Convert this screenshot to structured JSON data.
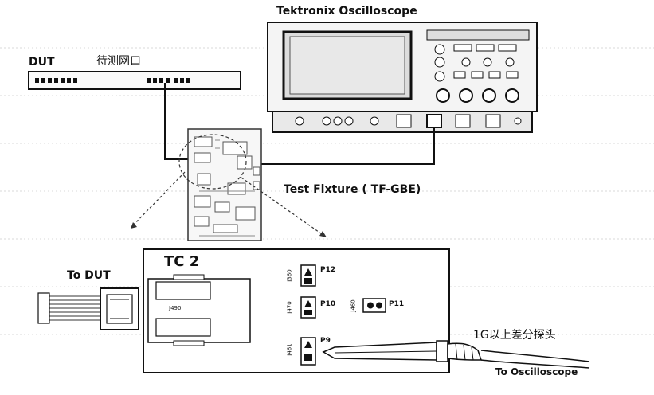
{
  "scope": {
    "title": "Tektronix Oscilloscope"
  },
  "dut": {
    "label": "DUT",
    "port_label": "待测网口"
  },
  "fixture": {
    "title": "Test Fixture ( TF-GBE)",
    "board_label": "TC 2",
    "connector": "J490",
    "jumpers": [
      {
        "ref": "J360",
        "pin": "P12"
      },
      {
        "ref": "J470",
        "pin": "P10"
      },
      {
        "ref": "J460",
        "pin": "P11"
      },
      {
        "ref": "J461",
        "pin": "P9"
      }
    ]
  },
  "cable": {
    "to_dut": "To DUT"
  },
  "probe": {
    "label": "1G以上差分探头",
    "to_scope": "To Oscilloscope"
  }
}
